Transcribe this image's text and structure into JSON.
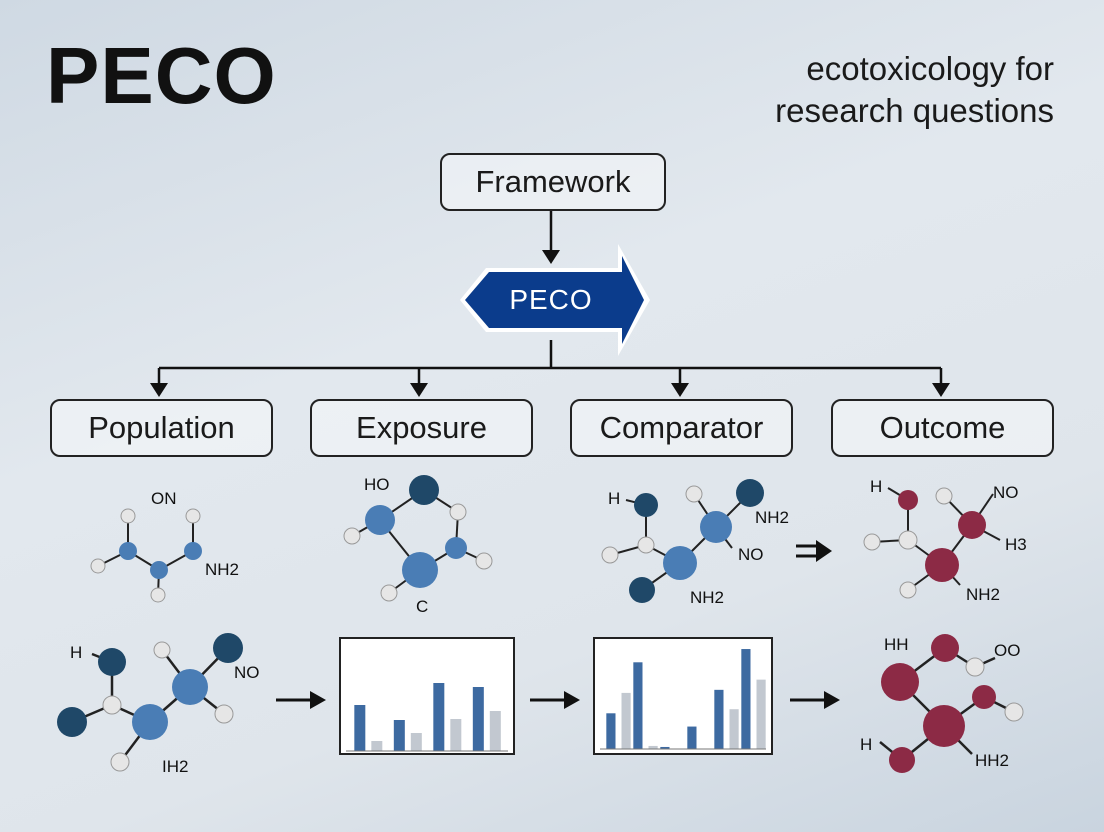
{
  "title": "PECO",
  "subtitle_lines": [
    "ecotoxicology for",
    "research questions"
  ],
  "framework_label": "Framework",
  "center_label": "PECO",
  "categories": [
    "Population",
    "Exposure",
    "Comparator",
    "Outcome"
  ],
  "colors": {
    "navy": "#0b3c8c",
    "blue_atom": "#4a7db5",
    "dark_atom": "#1f4868",
    "red_atom": "#8c2a45",
    "white_atom": "#e8e8e8",
    "bar_blue": "#3d6aa1",
    "bar_grey": "#c2c8d0"
  },
  "molecule_labels": {
    "pop_top": [
      "ON",
      "NH2"
    ],
    "exp_top": [
      "HO",
      "C"
    ],
    "comp_top": [
      "H",
      "NH2",
      "NO",
      "NH2"
    ],
    "out_top": [
      "H",
      "NO",
      "H3",
      "NH2"
    ],
    "pop_bottom": [
      "H",
      "NO",
      "IH2"
    ],
    "out_bottom": [
      "HH",
      "OO",
      "H",
      "HH2"
    ]
  },
  "chart_data": [
    {
      "type": "bar",
      "series": [
        {
          "values": [
            4.6,
            3.1,
            6.8,
            6.4
          ]
        },
        {
          "values": [
            1.0,
            1.8,
            3.2,
            4.0
          ]
        }
      ]
    },
    {
      "type": "bar",
      "series": [
        {
          "values": [
            3.5,
            8.5,
            0.2,
            2.2,
            5.8,
            9.8
          ]
        },
        {
          "values": [
            5.5,
            0.3,
            0.0,
            0.0,
            3.9,
            6.8
          ]
        }
      ]
    }
  ]
}
